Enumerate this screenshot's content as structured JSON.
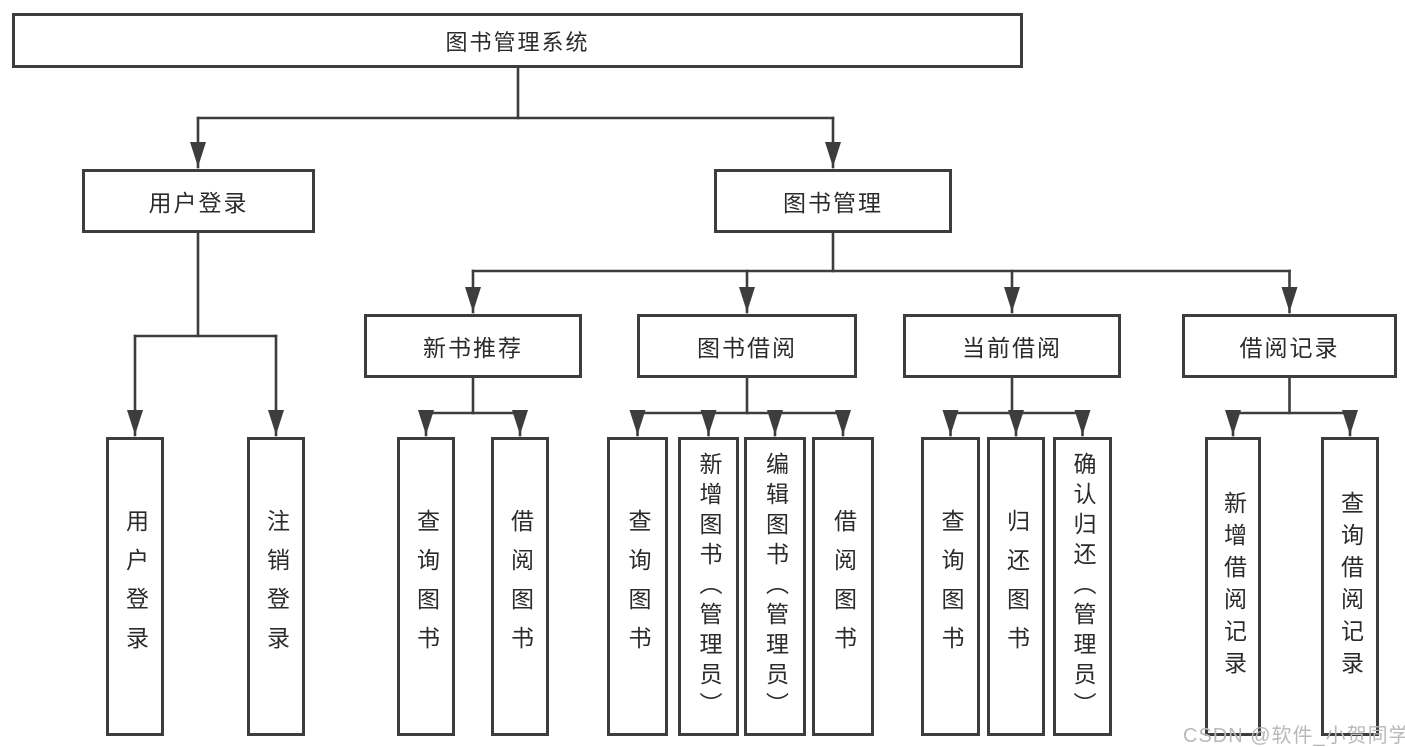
{
  "diagram": {
    "root": {
      "label": "图书管理系统"
    },
    "level2": [
      {
        "label": "用户登录"
      },
      {
        "label": "图书管理"
      }
    ],
    "level3": [
      {
        "label": "新书推荐"
      },
      {
        "label": "图书借阅"
      },
      {
        "label": "当前借阅"
      },
      {
        "label": "借阅记录"
      }
    ],
    "leaves": [
      {
        "label": "用户登录"
      },
      {
        "label": "注销登录"
      },
      {
        "label": "查询图书"
      },
      {
        "label": "借阅图书"
      },
      {
        "label": "查询图书"
      },
      {
        "label": "新增图书（管理员）"
      },
      {
        "label": "编辑图书（管理员）"
      },
      {
        "label": "借阅图书"
      },
      {
        "label": "查询图书"
      },
      {
        "label": "归还图书"
      },
      {
        "label": "确认归还（管理员）"
      },
      {
        "label": "新增借阅记录"
      },
      {
        "label": "查询借阅记录"
      }
    ]
  },
  "watermark": {
    "text": "CSDN @软件_小贺同学"
  },
  "colors": {
    "line": "#3d3d3d",
    "text": "#2b2b2b",
    "background": "#ffffff",
    "watermark": "#b9b9b9"
  }
}
